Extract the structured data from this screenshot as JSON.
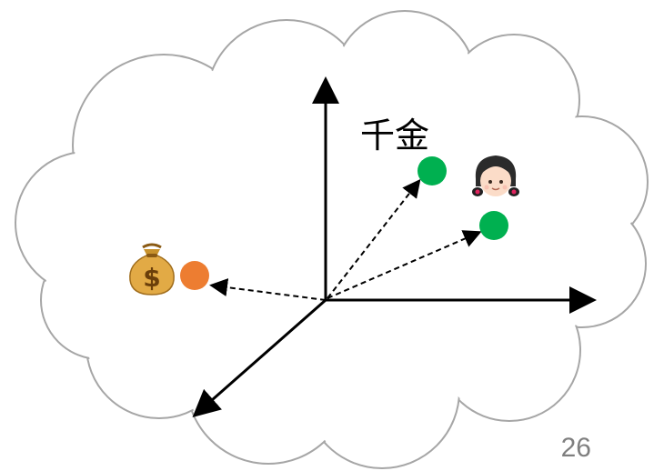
{
  "word": {
    "text": "千金"
  },
  "points": [
    {
      "id": "word-point",
      "color": "#00b050"
    },
    {
      "id": "girl-point",
      "color": "#00b050"
    },
    {
      "id": "money-point",
      "color": "#ed7d31"
    }
  ],
  "icons": {
    "money": "money-bag-icon",
    "girl": "girl-icon"
  },
  "colors": {
    "cloud_outline": "#a6a6a6",
    "axis": "#000000",
    "page_number": "#7f7f7f"
  },
  "page_number": "26"
}
